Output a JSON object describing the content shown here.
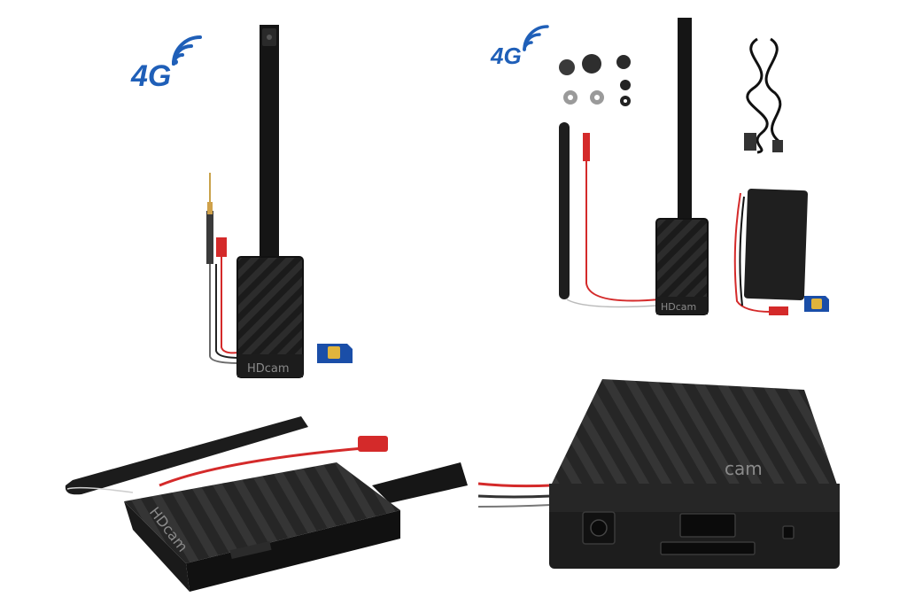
{
  "panels": {
    "top_left": {
      "network_label": "4G",
      "brand": "HDcam"
    },
    "top_right": {
      "network_label": "4G",
      "brand": "HDcam"
    },
    "bottom_left": {
      "brand": "HDcam"
    },
    "bottom_right": {
      "brand": "cam"
    }
  },
  "colors": {
    "device_black": "#1e1e1e",
    "wire_red": "#d42a2a",
    "network_blue": "#1f5fb8",
    "sim_blue": "#1a4ea8",
    "sim_gold": "#e0b43c"
  },
  "icons": [
    "wifi-signal-icon",
    "sim-card-icon",
    "camera-lens-icon",
    "antenna-icon",
    "usb-cable-icon",
    "battery-icon"
  ]
}
